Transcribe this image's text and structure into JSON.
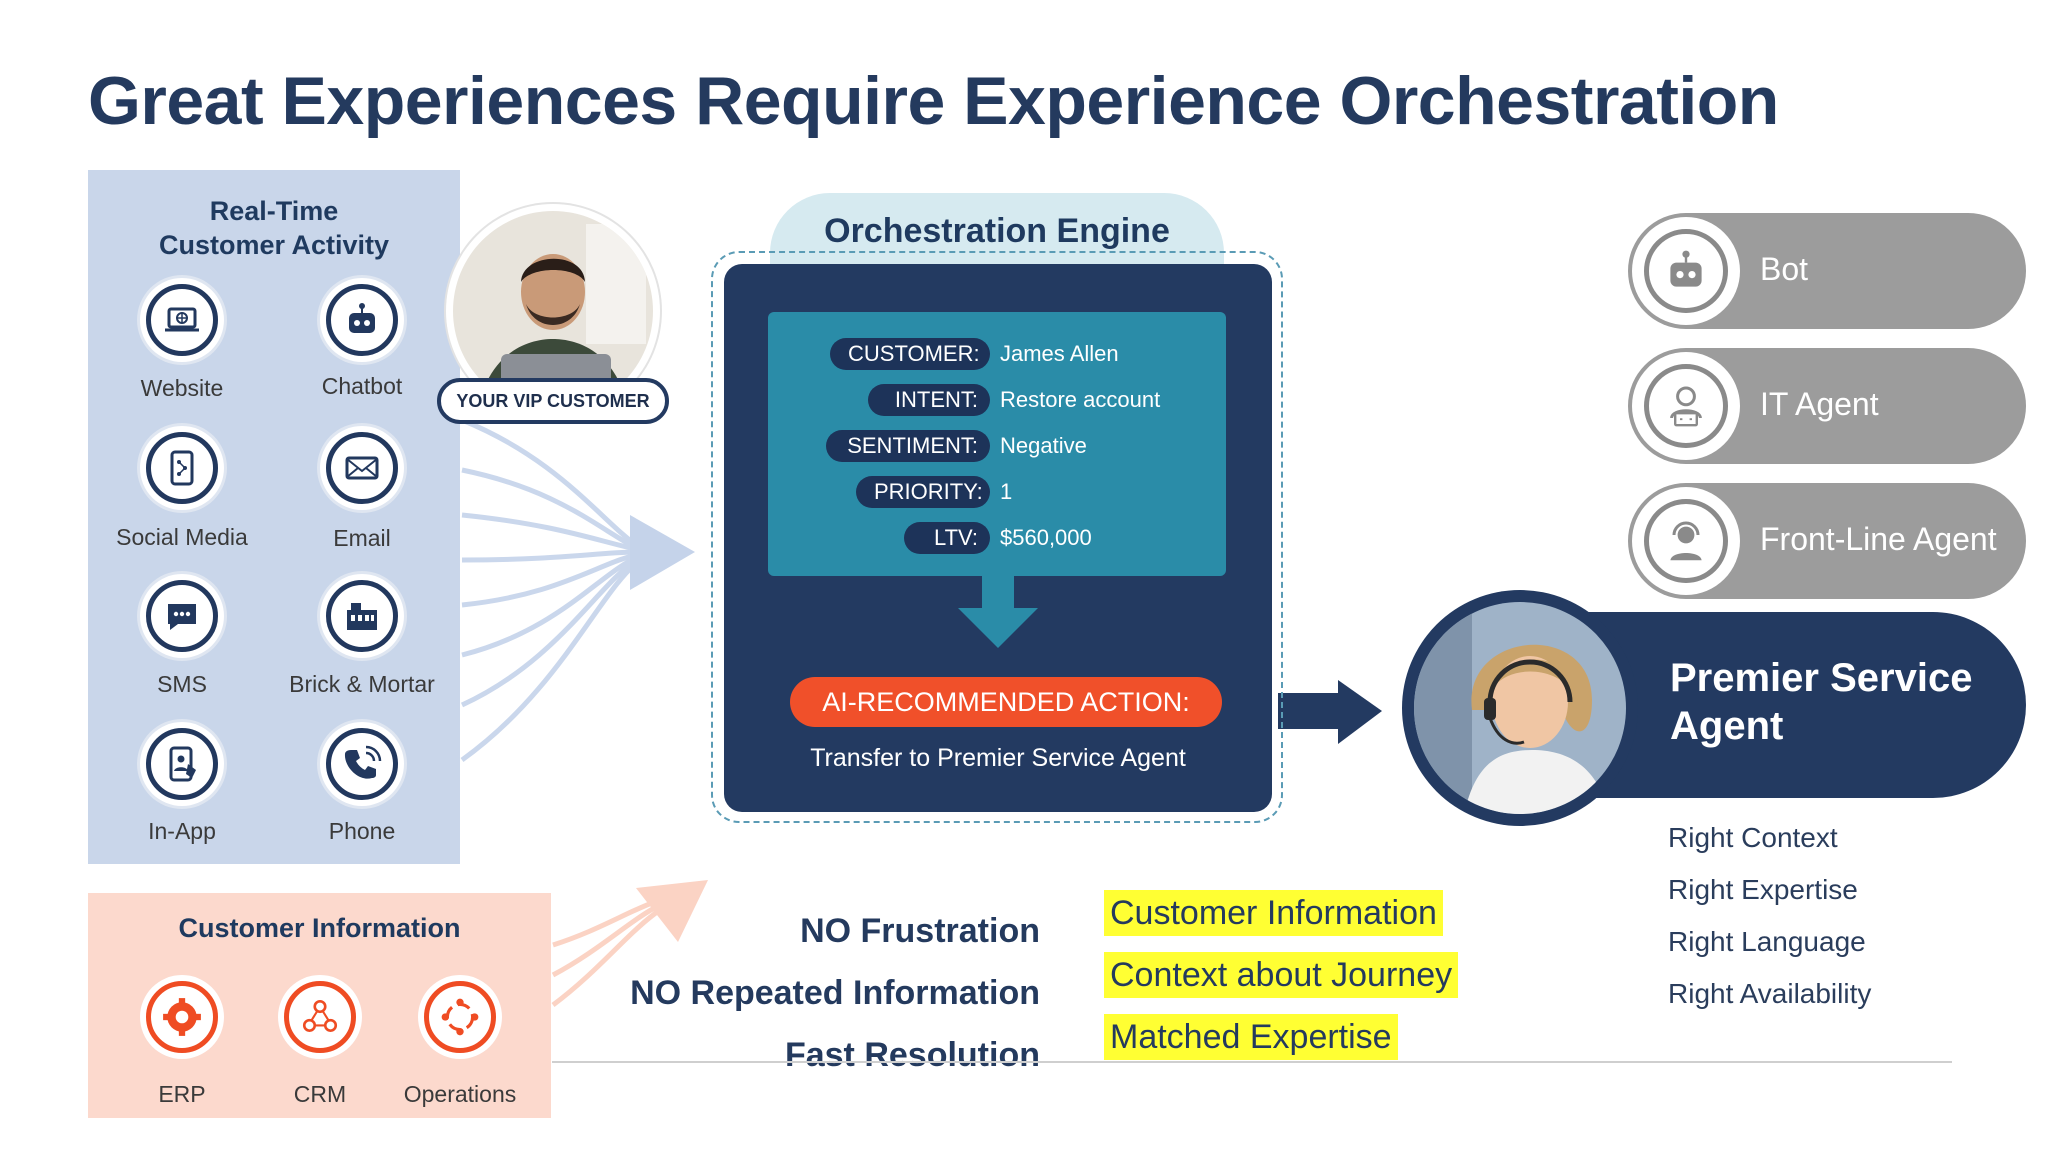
{
  "title": "Great Experiences Require Experience Orchestration",
  "activity_panel": {
    "heading_line1": "Real-Time",
    "heading_line2": "Customer Activity",
    "channels": [
      {
        "label": "Website",
        "icon": "laptop-globe-icon"
      },
      {
        "label": "Chatbot",
        "icon": "robot-icon"
      },
      {
        "label": "Social Media",
        "icon": "phone-network-icon"
      },
      {
        "label": "Email",
        "icon": "envelope-icon"
      },
      {
        "label": "SMS",
        "icon": "chat-bubble-icon"
      },
      {
        "label": "Brick & Mortar",
        "icon": "storefront-icon"
      },
      {
        "label": "In-App",
        "icon": "mobile-app-icon"
      },
      {
        "label": "Phone",
        "icon": "phone-icon"
      }
    ]
  },
  "vip": {
    "label": "YOUR VIP CUSTOMER"
  },
  "info_panel": {
    "heading": "Customer Information",
    "sources": [
      {
        "label": "ERP",
        "icon": "gear-icon"
      },
      {
        "label": "CRM",
        "icon": "people-network-icon"
      },
      {
        "label": "Operations",
        "icon": "cycle-icon"
      }
    ]
  },
  "engine": {
    "title": "Orchestration Engine",
    "fields": [
      {
        "key": "CUSTOMER:",
        "value": "James Allen"
      },
      {
        "key": "INTENT:",
        "value": "Restore account"
      },
      {
        "key": "SENTIMENT:",
        "value": "Negative"
      },
      {
        "key": "PRIORITY:",
        "value": "1"
      },
      {
        "key": "LTV:",
        "value": "$560,000"
      }
    ],
    "action_label": "AI-RECOMMENDED ACTION:",
    "action_text": "Transfer to Premier Service Agent"
  },
  "routes": [
    {
      "label": "Bot",
      "icon": "robot-icon"
    },
    {
      "label": "IT Agent",
      "icon": "it-agent-icon"
    },
    {
      "label": "Front-Line Agent",
      "icon": "headset-agent-icon"
    }
  ],
  "premier": {
    "line1": "Premier Service",
    "line2": "Agent",
    "rights": [
      "Right Context",
      "Right Expertise",
      "Right Language",
      "Right Availability"
    ]
  },
  "outcomes": [
    "NO Frustration",
    "NO Repeated Information",
    "Fast Resolution"
  ],
  "highlights": [
    "Customer Information",
    "Context about Journey",
    "Matched Expertise"
  ],
  "colors": {
    "navy": "#233a61",
    "orange": "#f0502a",
    "teal": "#2a8ca8",
    "highlight": "#ffff33",
    "panel_blue": "#c9d6ea",
    "panel_peach": "#fcd9cd"
  }
}
